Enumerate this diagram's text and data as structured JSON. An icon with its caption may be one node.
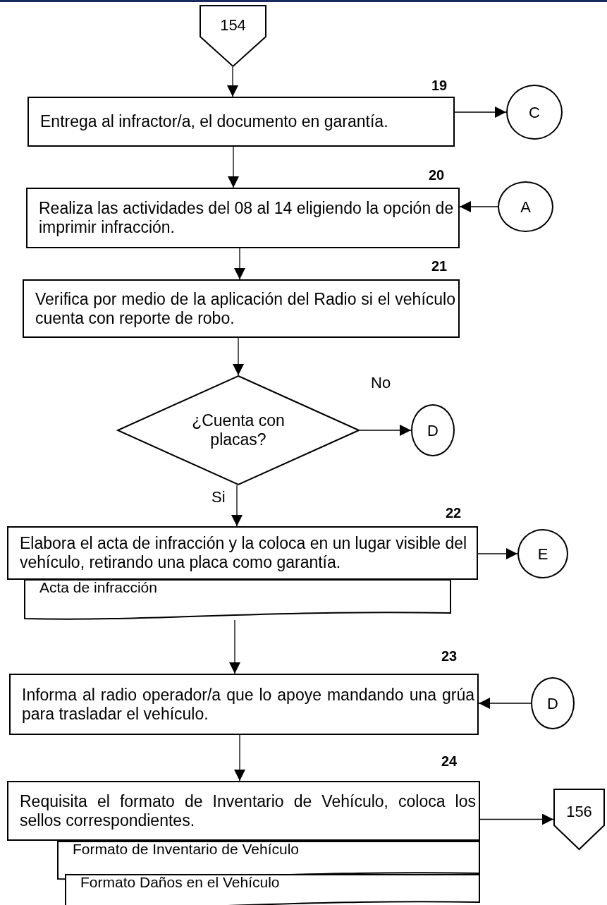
{
  "diagram": {
    "nodes": [
      {
        "text": [
          "154"
        ]
      },
      {
        "text": [
          "Entrega al infractor/a, el documento en garantía."
        ],
        "beside": [
          "19"
        ]
      },
      {
        "text": [
          "C"
        ]
      },
      {
        "text": [
          "Realiza las actividades del 08 al 14 eligiendo la opción de imprimir infracción."
        ],
        "beside": [
          "20"
        ]
      },
      {
        "text": [
          "A"
        ]
      },
      {
        "text": [
          "Verifica por medio de la aplicación del Radio si el vehículo cuenta con reporte de robo."
        ],
        "beside": [
          "21"
        ]
      },
      {
        "text": [
          "¿Cuenta con placas?"
        ]
      },
      {
        "text": [
          "D"
        ]
      },
      {
        "text": [
          "Elabora el acta de infracción y la coloca en un lugar visible del vehículo, retirando una placa como garantía."
        ],
        "beside": [
          "22"
        ]
      },
      {
        "text": [
          "E"
        ]
      },
      {
        "text": [
          "Acta de infracción"
        ]
      },
      {
        "text": [
          "Informa al radio operador/a que lo apoye mandando una grúa para trasladar el vehículo."
        ],
        "beside": [
          "23"
        ]
      },
      {
        "text": [
          "D"
        ]
      },
      {
        "text": [
          "Requisita el formato de Inventario de Vehículo, coloca los sellos correspondientes."
        ],
        "beside": [
          "24"
        ]
      },
      {
        "text": [
          "156"
        ]
      },
      {
        "text": [
          "Formato de Inventario de Vehículo"
        ]
      },
      {
        "text": [
          "Formato Daños en el Vehículo"
        ]
      }
    ],
    "edges": [
      {
        "from": 0,
        "to": 1,
        "arrow": "to"
      },
      {
        "from": 1,
        "to": 2,
        "arrow": "to"
      },
      {
        "from": 1,
        "to": 3,
        "arrow": "to"
      },
      {
        "from": 4,
        "to": 3,
        "arrow": "to"
      },
      {
        "from": 3,
        "to": 5,
        "arrow": "to"
      },
      {
        "from": 5,
        "to": 6,
        "arrow": "to"
      },
      {
        "from": 6,
        "to": 7,
        "label": "No",
        "arrow": "to"
      },
      {
        "from": 6,
        "to": 8,
        "label": "Si",
        "arrow": "to"
      },
      {
        "from": 8,
        "to": 9,
        "arrow": "to"
      },
      {
        "from": 10,
        "to": 11,
        "arrow": "to"
      },
      {
        "from": 12,
        "to": 11,
        "arrow": "to"
      },
      {
        "from": 11,
        "to": 13,
        "arrow": "to"
      },
      {
        "from": 13,
        "to": 14,
        "arrow": "to"
      }
    ]
  }
}
